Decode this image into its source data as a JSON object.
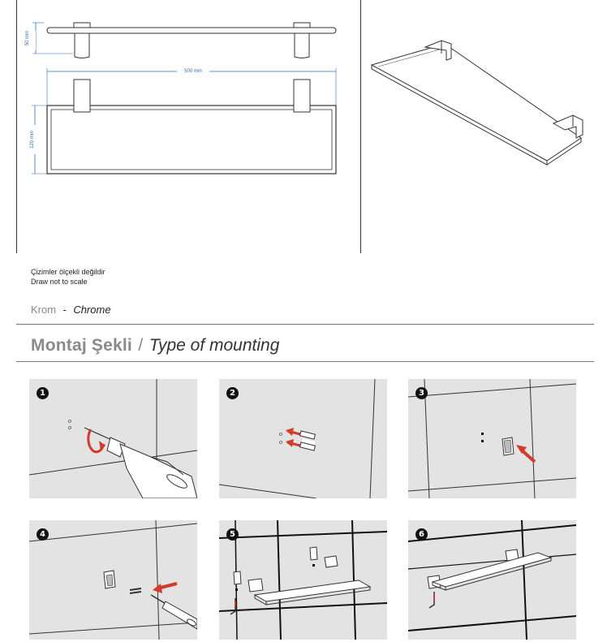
{
  "drawing": {
    "height_dim": "50 mm",
    "width_dim": "500 mm",
    "depth_dim": "120 mm"
  },
  "notes": {
    "line_tr": "Çizimler ölçekli değildir",
    "line_en": "Draw not to scale"
  },
  "finish": {
    "tr": "Krom",
    "sep": "-",
    "en": "Chrome"
  },
  "section": {
    "title_tr": "Montaj Şekli",
    "slash": "/",
    "title_en": "Type of mounting"
  },
  "steps": [
    {
      "number": "1",
      "icon": "drill-icon"
    },
    {
      "number": "2",
      "icon": "wall-plug-icon"
    },
    {
      "number": "3",
      "icon": "bracket-icon"
    },
    {
      "number": "4",
      "icon": "screwdriver-icon"
    },
    {
      "number": "5",
      "icon": "shelf-icon"
    },
    {
      "number": "6",
      "icon": "hex-key-icon"
    }
  ],
  "colors": {
    "dimension": "#2a6fb5",
    "arrow": "#d23a2a",
    "panel_bg": "#e3e3e3"
  }
}
